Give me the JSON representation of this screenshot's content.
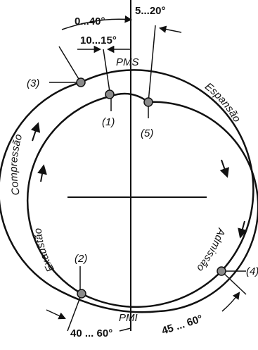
{
  "top_reference": "PMS",
  "bottom_reference": "PMI",
  "phases": {
    "compression": "Compressão",
    "expansion": "Espansão",
    "exhaust": "Exaustão",
    "admission": "Admissão"
  },
  "points": [
    "(1)",
    "(2)",
    "(3)",
    "(4)",
    "(5)"
  ],
  "angles": {
    "top_left_outer": "0...40°",
    "top_left_inner": "10...15°",
    "top_right": "5...20°",
    "bottom_left": "40 ... 60°",
    "bottom_right": "45 ... 60°"
  },
  "colors": {
    "line": "#111111",
    "point_fill": "#8a8a8a"
  }
}
